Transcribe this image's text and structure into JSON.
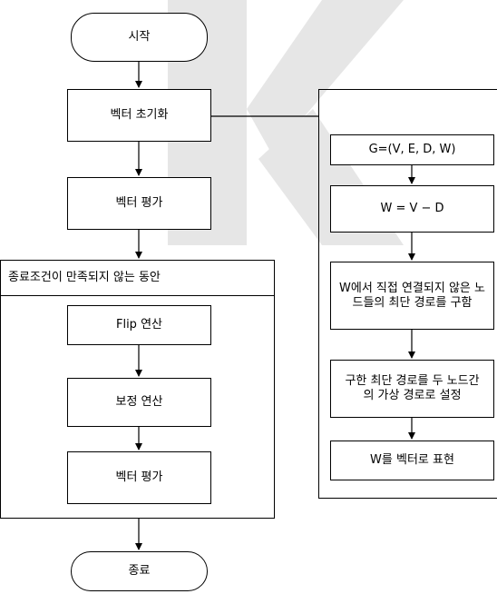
{
  "watermark": {
    "letter": "K",
    "color": "#e6e6e6"
  },
  "main_flow": {
    "start": "시작",
    "init": "벡터 초기화",
    "eval": "벡터 평가",
    "loop_condition": "종료조건이 만족되지 않는 동안",
    "loop_steps": [
      "Flip 연산",
      "보정 연산",
      "벡터 평가"
    ],
    "end": "종료"
  },
  "init_detail": {
    "steps": [
      "G=(V, E, D, W)",
      "W = V − D",
      "W에서 직접 연결되지 않은 노드들의 최단 경로를 구함",
      "구한 최단 경로를 두 노드간의 가상 경로로 설정",
      "W를 벡터로 표현"
    ]
  }
}
